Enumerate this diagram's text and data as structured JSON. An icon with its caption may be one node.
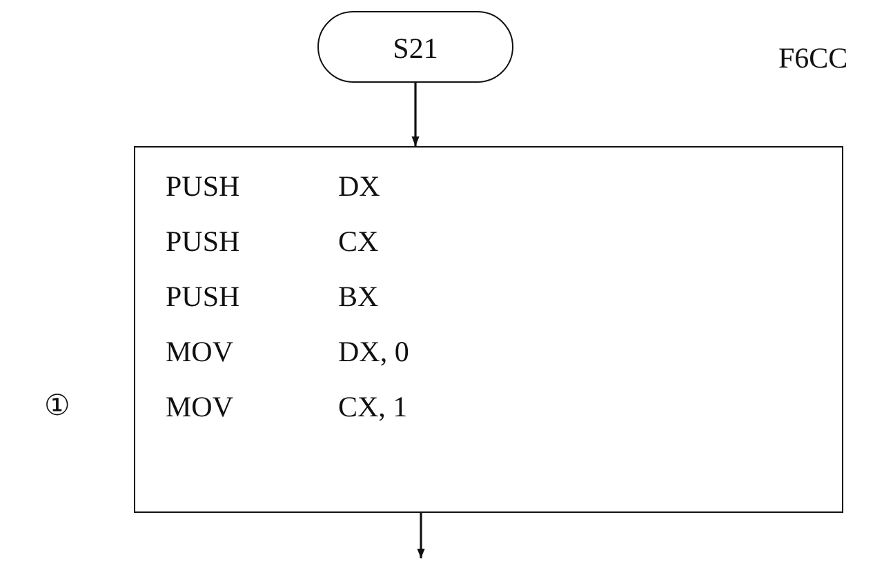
{
  "diagram": {
    "nodes": [
      {
        "text": [
          "S21"
        ]
      },
      {
        "text": [
          "PUSH DX",
          "PUSH CX",
          "PUSH BX",
          "MOV DX, 0",
          "MOV CX, 1"
        ]
      }
    ],
    "edges": [
      {
        "from": 0,
        "to": 1,
        "arrow": "to"
      },
      {
        "from": 1,
        "to": null,
        "arrow": "to"
      }
    ],
    "labels": [
      "F6CC",
      "①"
    ]
  }
}
